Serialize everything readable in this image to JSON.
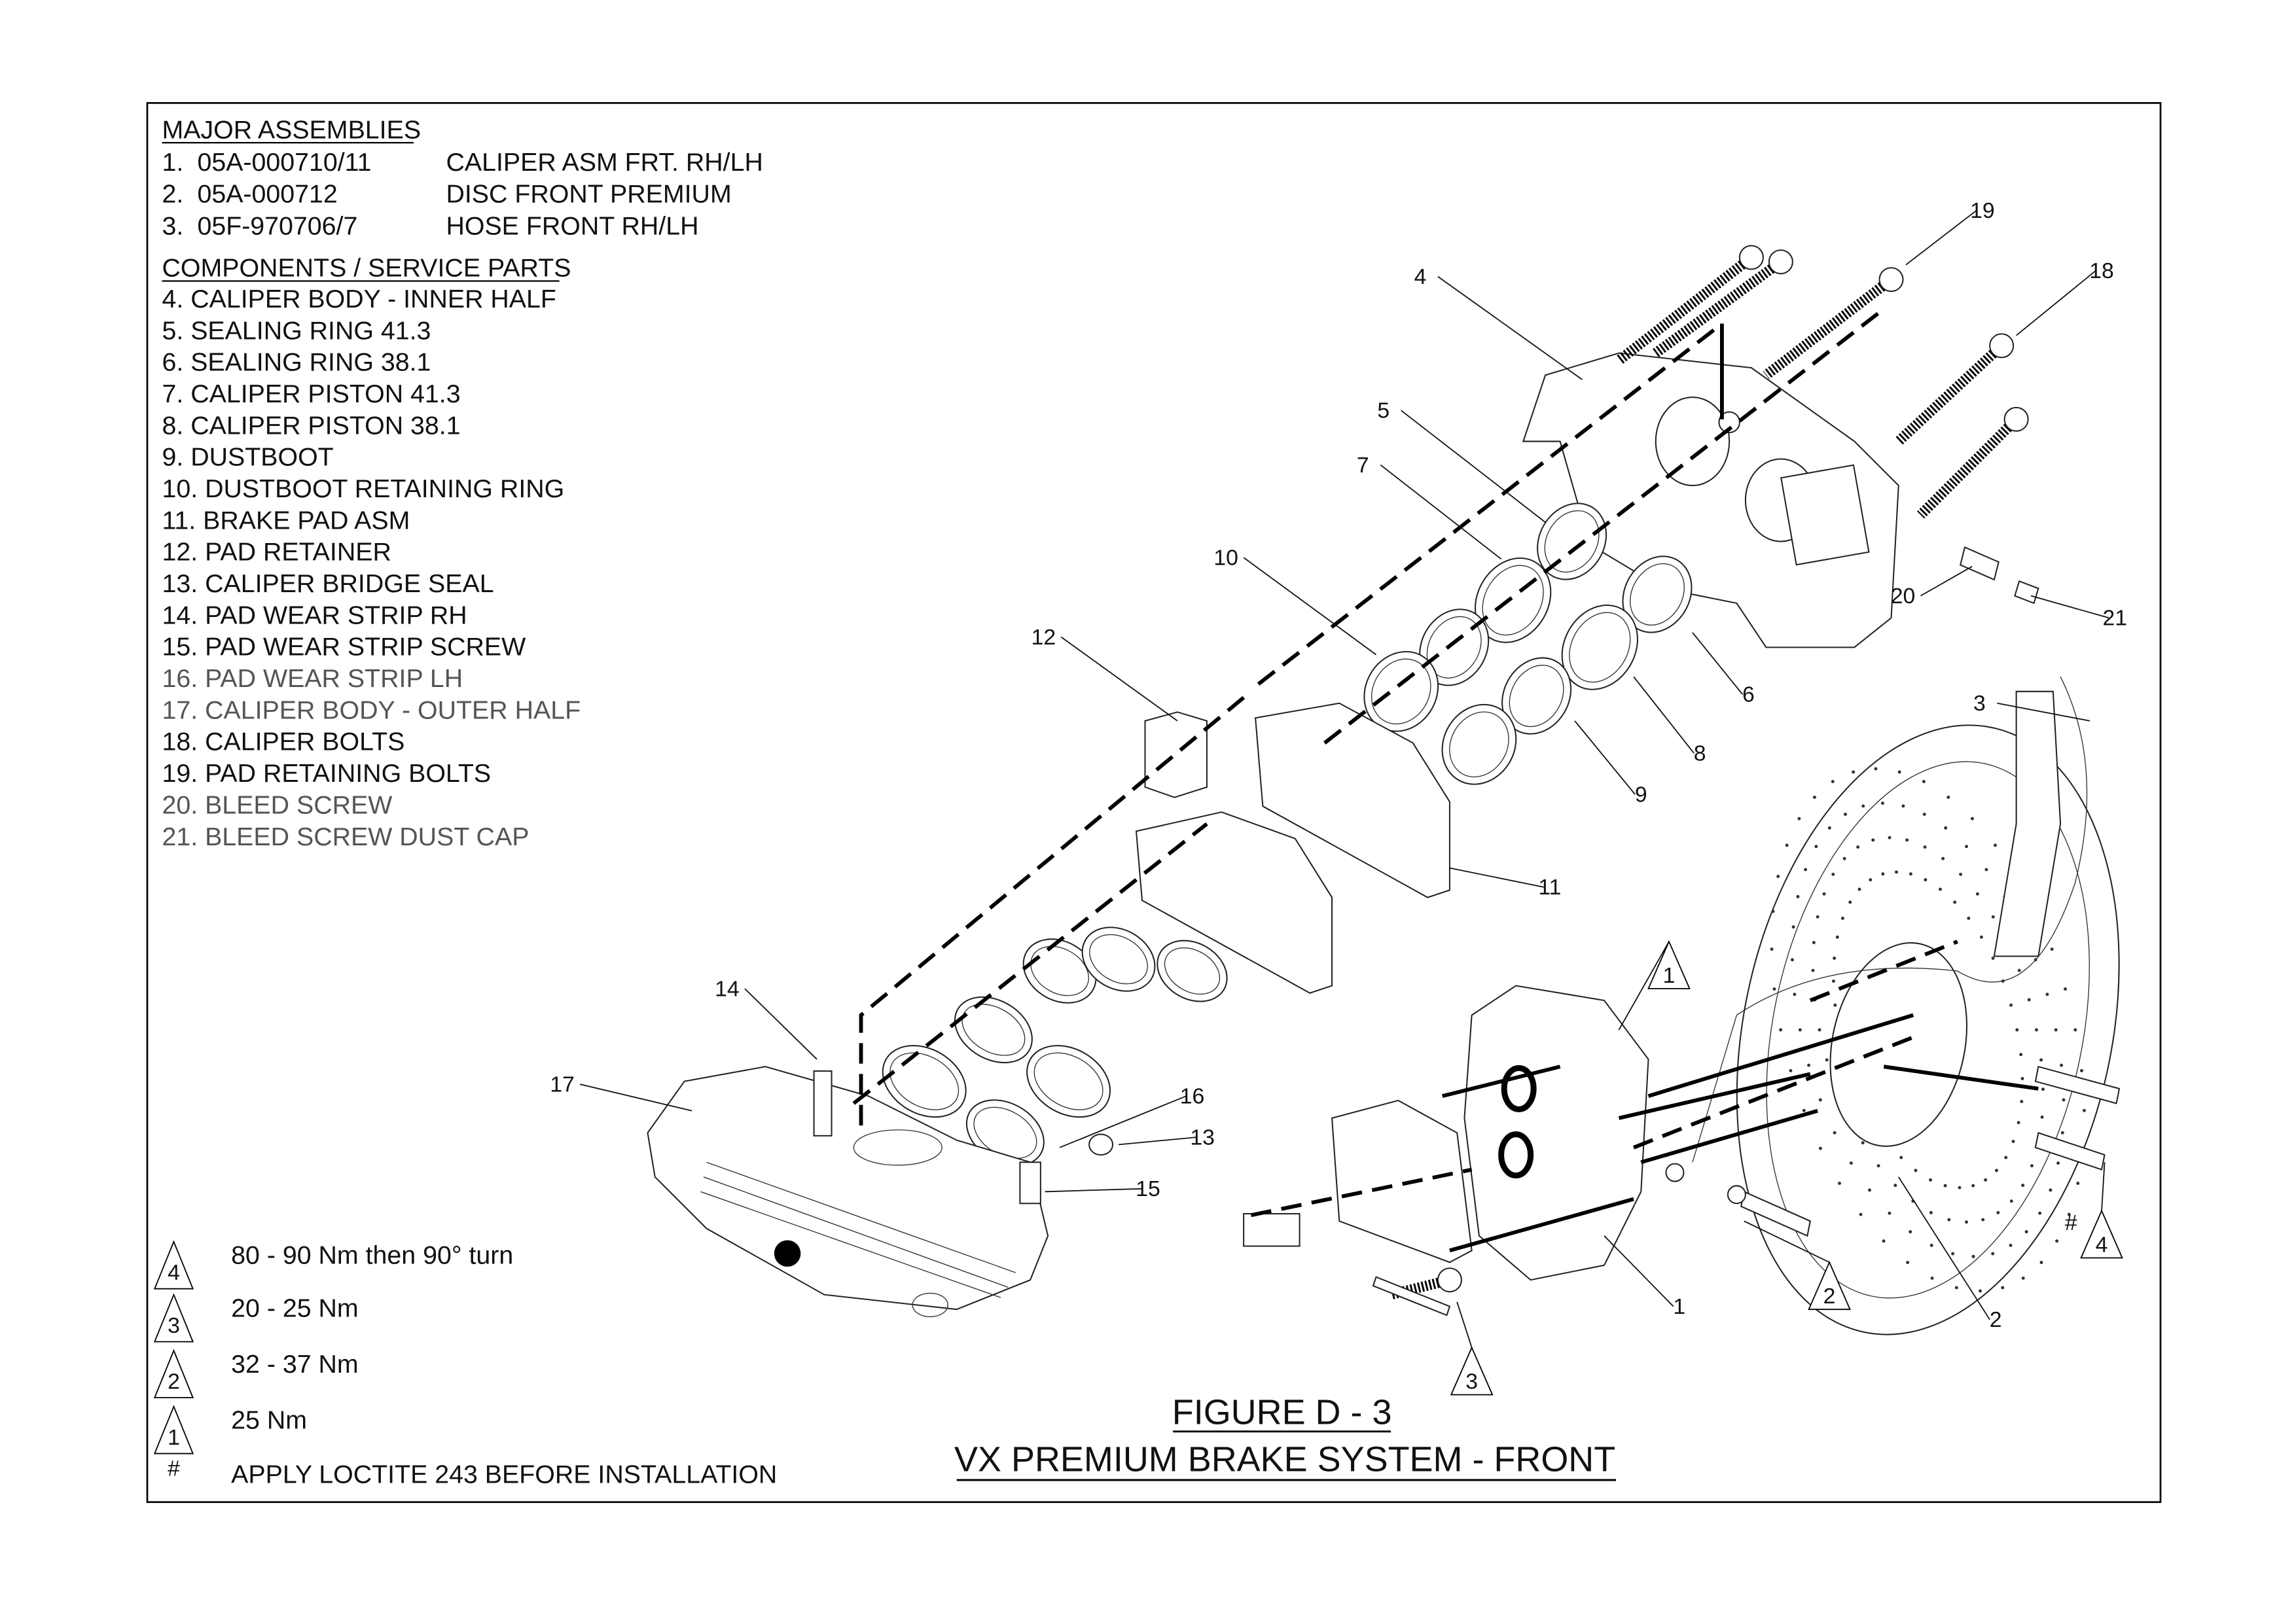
{
  "major_assemblies": {
    "heading": "MAJOR ASSEMBLIES",
    "items": [
      {
        "no": "1.",
        "part": "05A-000710/11",
        "desc": "CALIPER ASM FRT. RH/LH"
      },
      {
        "no": "2.",
        "part": "05A-000712",
        "desc": "DISC FRONT PREMIUM"
      },
      {
        "no": "3.",
        "part": "05F-970706/7",
        "desc": "HOSE FRONT RH/LH"
      }
    ]
  },
  "components": {
    "heading": "COMPONENTS / SERVICE PARTS",
    "items": [
      "4.  CALIPER BODY - INNER HALF",
      "5.  SEALING RING 41.3",
      "6.  SEALING RING 38.1",
      "7. CALIPER PISTON 41.3",
      "8. CALIPER PISTON 38.1",
      "9. DUSTBOOT",
      "10. DUSTBOOT RETAINING RING",
      "11. BRAKE PAD ASM",
      "12. PAD RETAINER",
      "13. CALIPER BRIDGE SEAL",
      "14. PAD WEAR STRIP RH",
      "15. PAD WEAR STRIP SCREW",
      "16. PAD WEAR STRIP LH",
      "17. CALIPER BODY - OUTER HALF",
      "18. CALIPER BOLTS",
      "19. PAD RETAINING BOLTS",
      "20. BLEED SCREW",
      "21. BLEED SCREW DUST CAP"
    ]
  },
  "torque_notes": [
    {
      "symbol": "4",
      "text": "80 - 90 Nm then 90° turn"
    },
    {
      "symbol": "3",
      "text": "20 - 25 Nm"
    },
    {
      "symbol": "2",
      "text": "32 - 37 Nm"
    },
    {
      "symbol": "1",
      "text": "25 Nm"
    },
    {
      "symbol": "#",
      "text": "APPLY LOCTITE 243 BEFORE INSTALLATION"
    }
  ],
  "callouts": [
    "19",
    "18",
    "4",
    "5",
    "7",
    "10",
    "12",
    "6",
    "8",
    "9",
    "11",
    "20",
    "21",
    "3",
    "14",
    "17",
    "16",
    "13",
    "15",
    "1",
    "2"
  ],
  "torque_callouts": [
    "1",
    "2",
    "3",
    "4"
  ],
  "loctite_mark": "#",
  "title": {
    "figure": "FIGURE D - 3",
    "name": "VX PREMIUM BRAKE SYSTEM - FRONT"
  }
}
